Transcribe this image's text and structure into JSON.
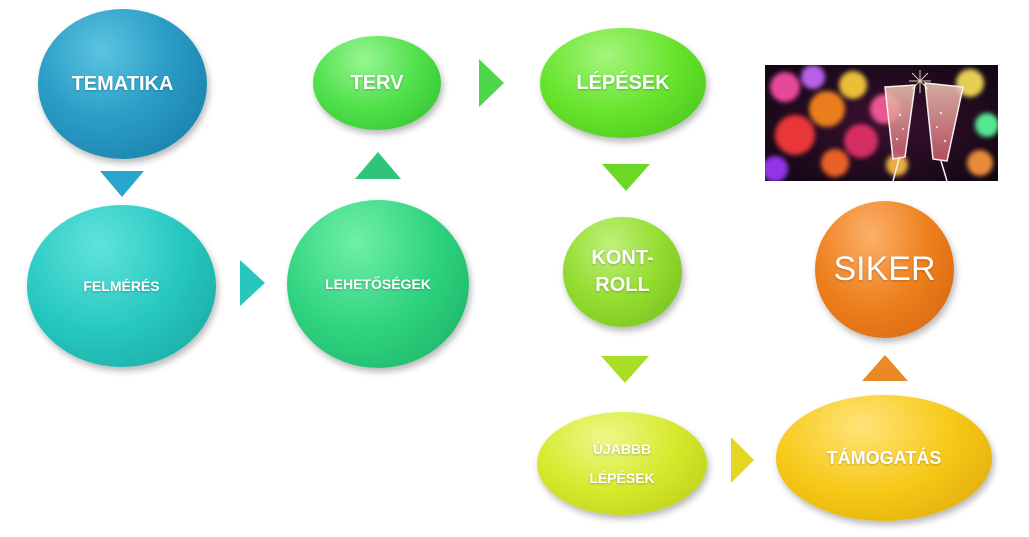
{
  "diagram": {
    "nodes": {
      "tematika": "TEMATIKA",
      "felmeres": "FELMÉRÉS",
      "lehetosegek": "LEHETŐSÉGEK",
      "terv": "TERV",
      "lepesek": "LÉPÉSEK",
      "kontroll_line1": "KONT-",
      "kontroll_line2": "ROLL",
      "ujabb_line1": "ÚJABBB",
      "ujabb_line2": "LÉPÉSEK",
      "tamogatas": "TÁMOGATÁS",
      "siker": "SIKER"
    },
    "flow": [
      [
        "TEMATIKA",
        "FELMÉRÉS"
      ],
      [
        "FELMÉRÉS",
        "LEHETŐSÉGEK"
      ],
      [
        "LEHETŐSÉGEK",
        "TERV"
      ],
      [
        "TERV",
        "LÉPÉSEK"
      ],
      [
        "LÉPÉSEK",
        "KONT-ROLL"
      ],
      [
        "KONT-ROLL",
        "ÚJABBB LÉPÉSEK"
      ],
      [
        "ÚJABBB LÉPÉSEK",
        "TÁMOGATÁS"
      ],
      [
        "TÁMOGATÁS",
        "SIKER"
      ]
    ],
    "colors": {
      "tematika": "#2a9dc6",
      "felmeres": "#27c8c0",
      "lehetosegek": "#2fd37f",
      "terv": "#4fe04a",
      "lepesek": "#66e32b",
      "kontroll": "#93dc2f",
      "ujabb": "#d5e92b",
      "tamogatas": "#f6c817",
      "siker": "#ee7f1c"
    },
    "photo_icon": "champagne-toast-photo"
  }
}
